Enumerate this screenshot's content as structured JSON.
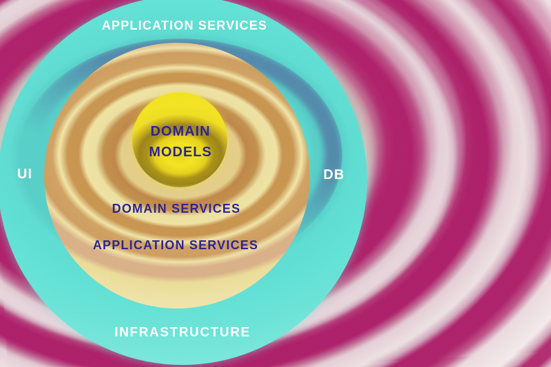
{
  "diagram": {
    "type": "onion-architecture-over-onion-photo",
    "labels": {
      "outer_top": "APPLICATION SERVICES",
      "ui": "UI",
      "db": "DB",
      "infrastructure": "INFRASTRUCTURE",
      "domain_models": "DOMAIN\nMODELS",
      "domain_services": "DOMAIN SERVICES",
      "application_services": "APPLICATION SERVICES"
    },
    "colors": {
      "teal_ring": "#55d8cc",
      "teal_slate_band": "#5076a2",
      "yellow_ring": "#e9da8e",
      "yellow_core": "#f1df1d",
      "text_navy": "#2e2495",
      "text_white": "#ffffff",
      "onion_magenta": "#ac2168",
      "onion_flesh_pink": "#e6d3da",
      "onion_tan": "#bd8e50"
    }
  }
}
